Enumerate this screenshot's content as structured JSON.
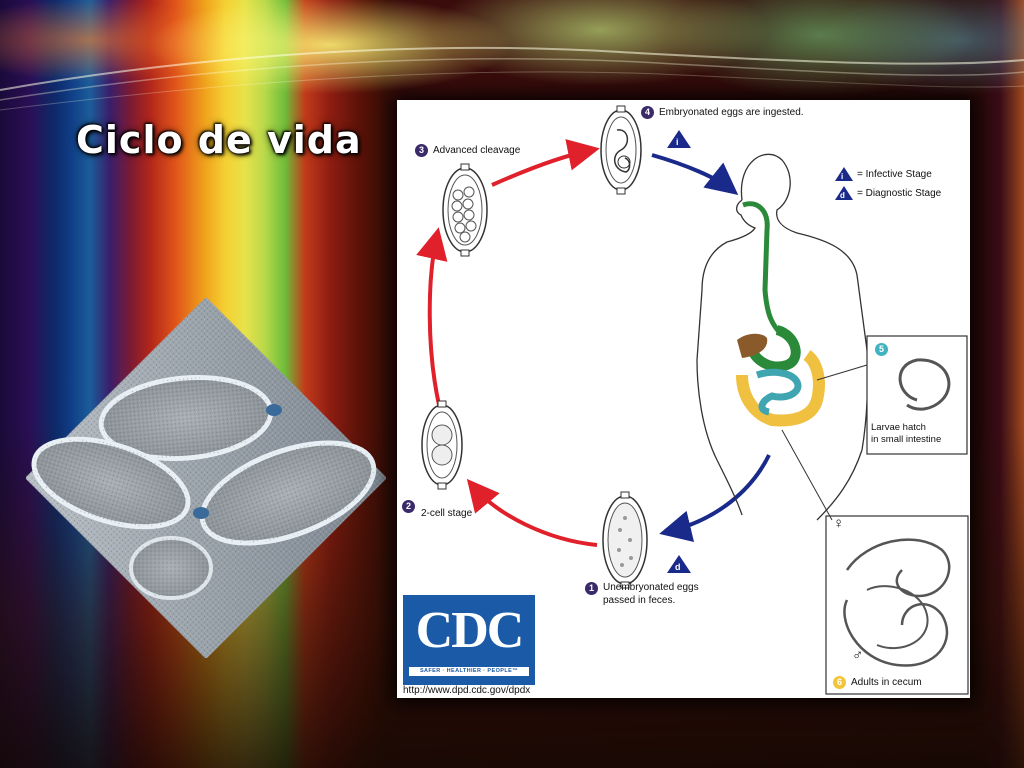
{
  "slide": {
    "title": "Ciclo de vida"
  },
  "diagram": {
    "stages": [
      {
        "number": "1",
        "label_line1": "Unembryonated eggs",
        "label_line2": "passed in feces."
      },
      {
        "number": "2",
        "label": "2-cell stage"
      },
      {
        "number": "3",
        "label": "Advanced cleavage"
      },
      {
        "number": "4",
        "label": "Embryonated eggs are ingested."
      },
      {
        "number": "5",
        "label_line1": "Larvae hatch",
        "label_line2": "in small intestine"
      },
      {
        "number": "6",
        "label": "Adults in cecum"
      }
    ],
    "legend": {
      "infective_symbol": "i",
      "infective_label": "= Infective Stage",
      "diagnostic_symbol": "d",
      "diagnostic_label": "= Diagnostic Stage"
    },
    "markers": {
      "infective": "i",
      "diagnostic": "d"
    },
    "sex_symbols": {
      "female": "♀",
      "male": "♂"
    },
    "source": {
      "logo_text": "CDC",
      "tagline": "SAFER · HEALTHIER · PEOPLE™",
      "url": "http://www.dpd.cdc.gov/dpdx"
    }
  },
  "colors": {
    "red_arrow": "#e0202a",
    "blue_arrow": "#1a2a8a",
    "stage_badge": "#3a2a6a",
    "stage_badge_5": "#3fb3c0",
    "stage_badge_6": "#f3c53a",
    "cdc_blue": "#1a5aa6"
  }
}
